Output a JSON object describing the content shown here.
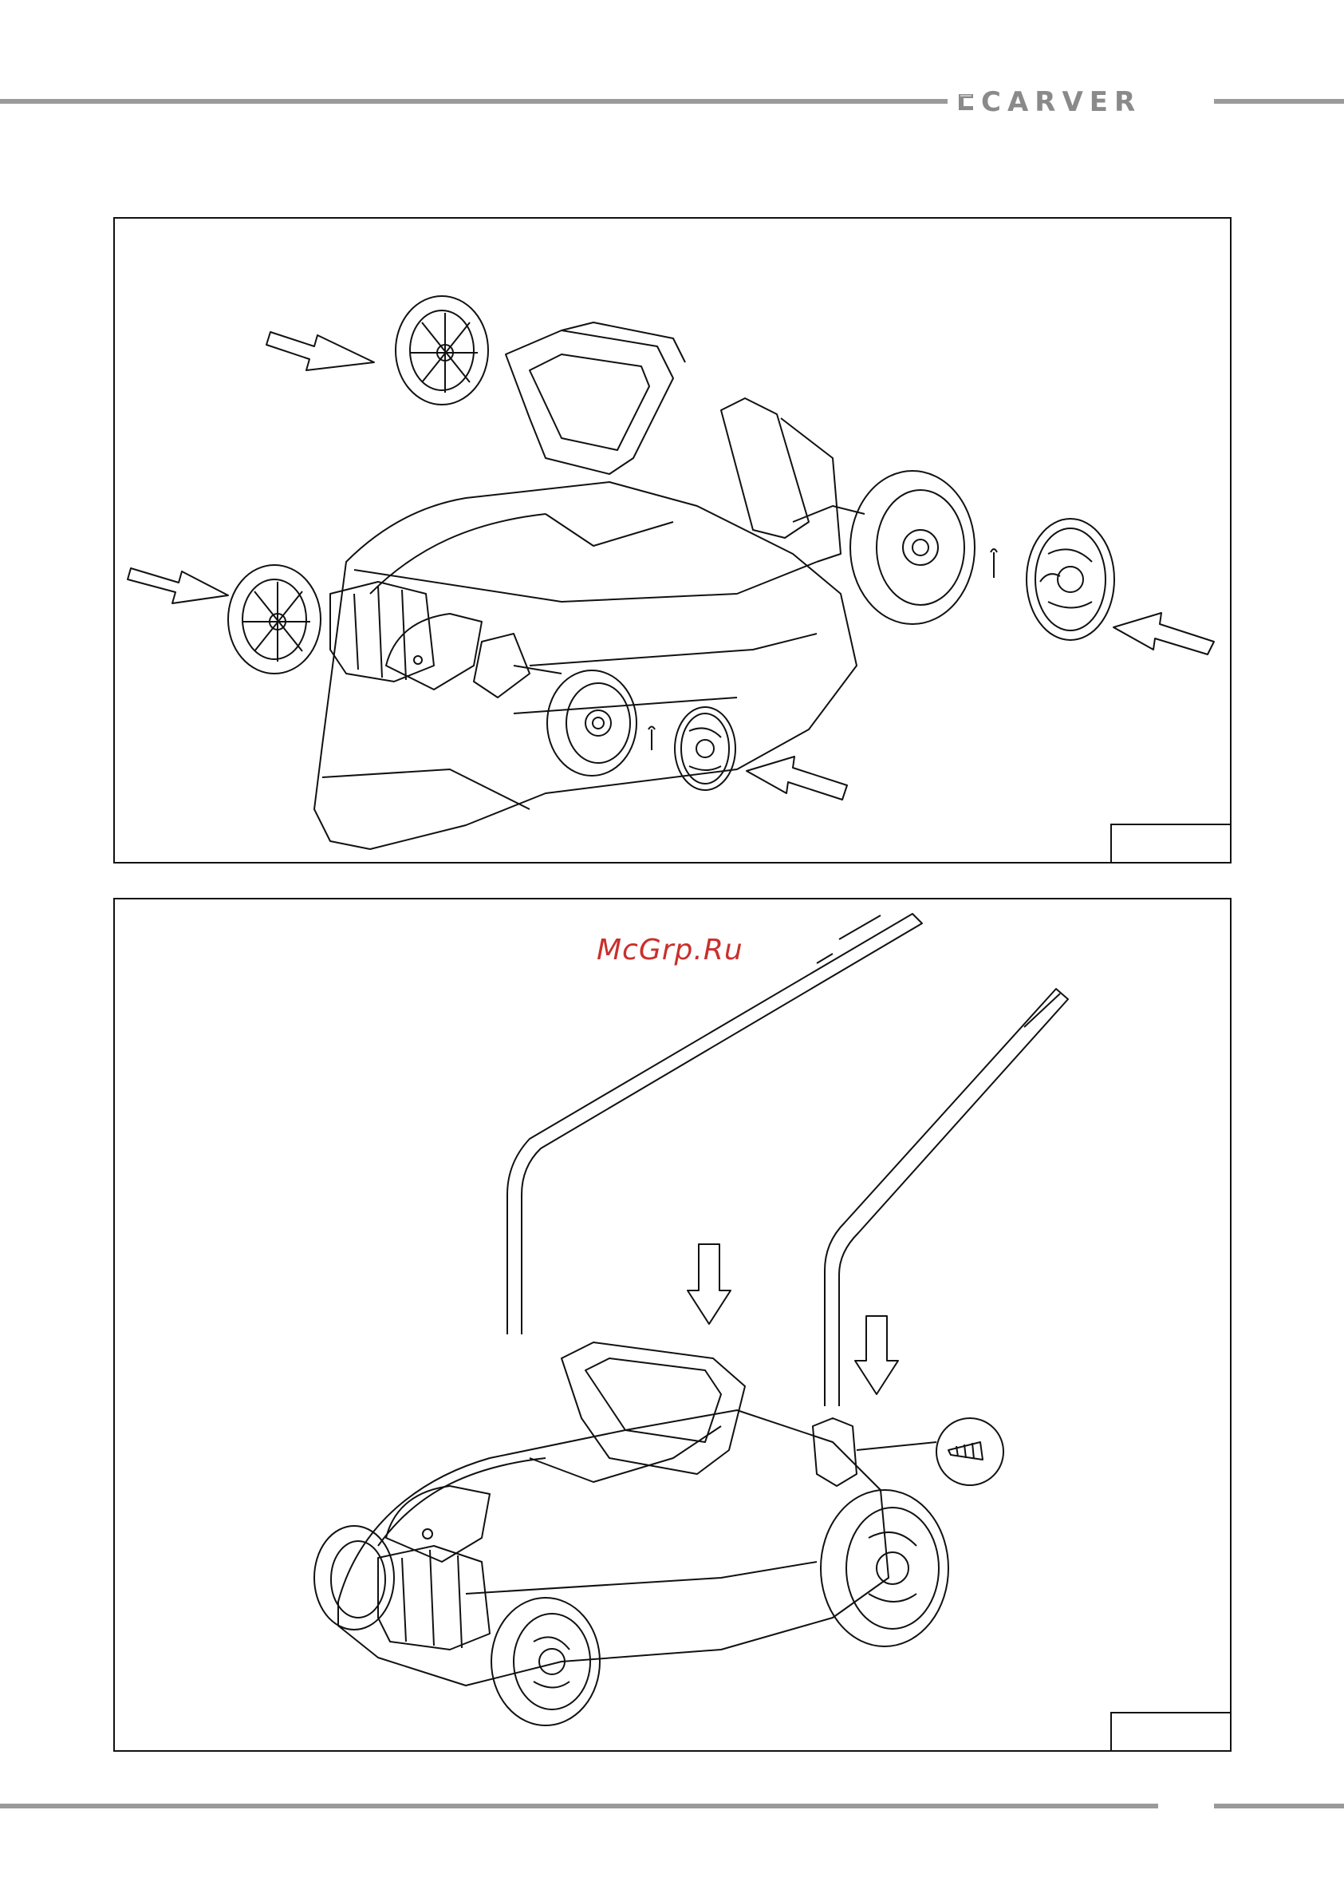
{
  "header": {
    "brand": "CARVER"
  },
  "watermark": {
    "text": "McGrp.Ru"
  },
  "figures": [
    {
      "id": "figure-wheels",
      "label": ""
    },
    {
      "id": "figure-handle",
      "label": ""
    }
  ],
  "colors": {
    "rule": "#9a9a9a",
    "watermark": "#c9302c",
    "line": "#111111"
  },
  "icons": [
    "carver-logo-icon",
    "arrow-icon",
    "wheel-icon",
    "hubcap-icon",
    "cotter-pin-icon",
    "screw-icon"
  ]
}
